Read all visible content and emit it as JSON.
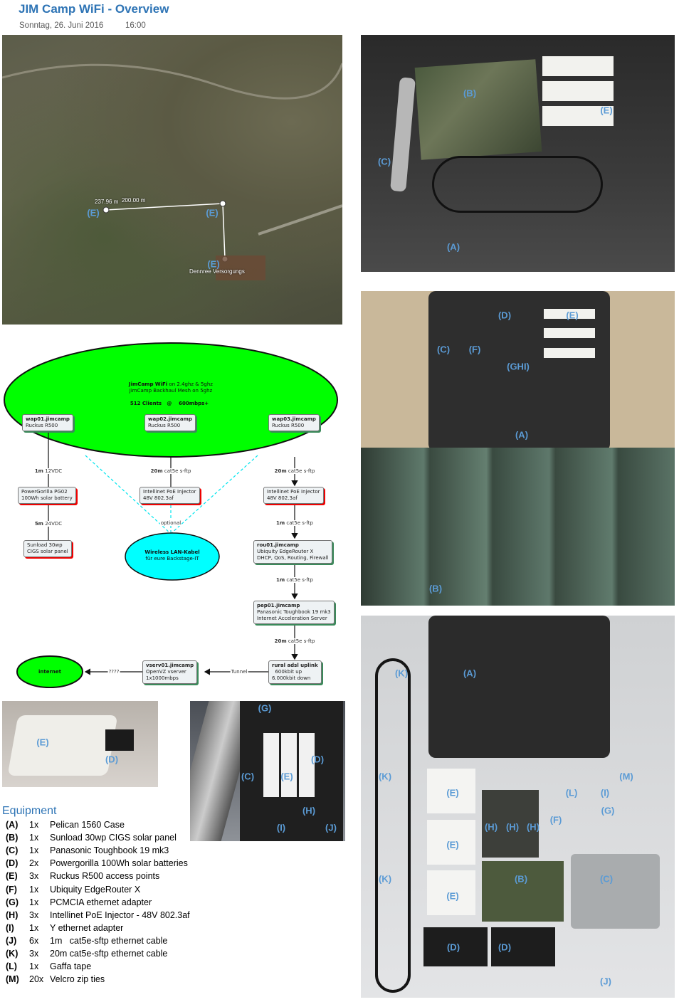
{
  "header": {
    "title": "JIM Camp WiFi - Overview",
    "date": "Sonntag, 26. Juni 2016",
    "time": "16:00"
  },
  "map": {
    "distance_total": "237.96 m",
    "distance_scale": "200.00 m",
    "place": "Dennree Versorgungs",
    "labels": [
      "(E)",
      "(E)",
      "(E)"
    ]
  },
  "diagram": {
    "cloud": {
      "line1_bold": "JimCamp WiFi",
      "line1_rest": " on 2.4ghz & 5ghz",
      "line2": "JimCamp Backhaul Mesh  on 5ghz",
      "clients": "512 Clients   @    600mbps+"
    },
    "wap01": {
      "name": "wap01.jimcamp",
      "desc": "Ruckus R500"
    },
    "wap02": {
      "name": "wap02.jimcamp",
      "desc": "Ruckus R500"
    },
    "wap03": {
      "name": "wap03.jimcamp",
      "desc": "Ruckus R500"
    },
    "link_battery": {
      "bold": "1m",
      "rest": " 12VDC"
    },
    "link_mid": {
      "bold": "20m",
      "rest": " cat5e s-ftp"
    },
    "link_right": {
      "bold": "20m",
      "rest": " cat5e s-ftp"
    },
    "battery": {
      "l1": "PowerGorilla PG02",
      "l2": "100Wh solar battery"
    },
    "injector_mid": {
      "l1": "Intellinet PoE Injector",
      "l2": "48V 802.3af"
    },
    "injector_right": {
      "l1": "Intellinet PoE Injector",
      "l2": "48V 802.3af"
    },
    "link_panel": {
      "bold": "5m",
      "rest": " 24VDC"
    },
    "panel": {
      "l1": "Sunload 30wp",
      "l2": "CIGS solar panel"
    },
    "optional": "optional",
    "wlan": {
      "l1": "Wireless LAN-Kabel",
      "l2": "für eure Backstage-IT"
    },
    "link_rou": {
      "bold": "1m",
      "rest": " cat5e s-ftp"
    },
    "rou01": {
      "name": "rou01.jimcamp",
      "l1": "Ubiquity EdgeRouter X",
      "l2": "DHCP, QoS, Routing, Firewall"
    },
    "link_pep": {
      "bold": "1m",
      "rest": " cat5e s-ftp"
    },
    "pep01": {
      "name": "pep01.jimcamp",
      "l1": "Panasonic Toughbook 19 mk3",
      "l2": "Internet Acceleration Server"
    },
    "link_adsl": {
      "bold": "20m",
      "rest": " cat5e s-ftp"
    },
    "adsl": {
      "name": "rural adsl uplink",
      "l1": "600kbit up",
      "l2": "6.000kbit down"
    },
    "tunnel": "Tunnel",
    "vserv01": {
      "name": "vserv01.jimcamp",
      "l1": "OpenVZ vserver",
      "l2": "1x1000mbps"
    },
    "unknown": "????",
    "internet": "internet"
  },
  "photo1_labels": [
    "(B)",
    "(E)",
    "(C)",
    "(A)"
  ],
  "photo2_labels": [
    "(D)",
    "(E)",
    "(C)",
    "(F)",
    "(GHI)",
    "(A)",
    "(B)"
  ],
  "photo3_labels": [
    "(K)",
    "(A)",
    "(K)",
    "(M)",
    "(E)",
    "(L)",
    "(I)",
    "(G)",
    "(H)",
    "(H)",
    "(H)",
    "(F)",
    "(E)",
    "(B)",
    "(C)",
    "(K)",
    "(E)",
    "(D)",
    "(D)",
    "(J)"
  ],
  "photo4_labels": [
    "(E)",
    "(D)"
  ],
  "photo5_labels": [
    "(G)",
    "(C)",
    "(E)",
    "(D)",
    "(H)",
    "(I)",
    "(J)"
  ],
  "equipment": {
    "heading": "Equipment",
    "items": [
      {
        "key": "(A)",
        "qty": "1x",
        "name": "Pelican 1560 Case"
      },
      {
        "key": "(B)",
        "qty": "1x",
        "name": "Sunload 30wp CIGS solar panel"
      },
      {
        "key": "(C)",
        "qty": "1x",
        "name": "Panasonic Toughbook 19 mk3"
      },
      {
        "key": "(D)",
        "qty": "2x",
        "name": "Powergorilla 100Wh solar batteries"
      },
      {
        "key": "(E)",
        "qty": "3x",
        "name": "Ruckus R500 access points"
      },
      {
        "key": "(F)",
        "qty": "1x",
        "name": "Ubiquity EdgeRouter X"
      },
      {
        "key": "(G)",
        "qty": "1x",
        "name": "PCMCIA ethernet adapter"
      },
      {
        "key": "(H)",
        "qty": "3x",
        "name": "Intellinet PoE Injector - 48V 802.3af"
      },
      {
        "key": "(I)",
        "qty": "1x",
        "name": "Y ethernet adapter"
      },
      {
        "key": "(J)",
        "qty": "6x",
        "name": "1m   cat5e-sftp ethernet cable"
      },
      {
        "key": "(K)",
        "qty": "3x",
        "name": "20m cat5e-sftp ethernet cable"
      },
      {
        "key": "(L)",
        "qty": "1x",
        "name": "Gaffa tape"
      },
      {
        "key": "(M)",
        "qty": "20x",
        "name": "Velcro zip ties"
      }
    ]
  }
}
